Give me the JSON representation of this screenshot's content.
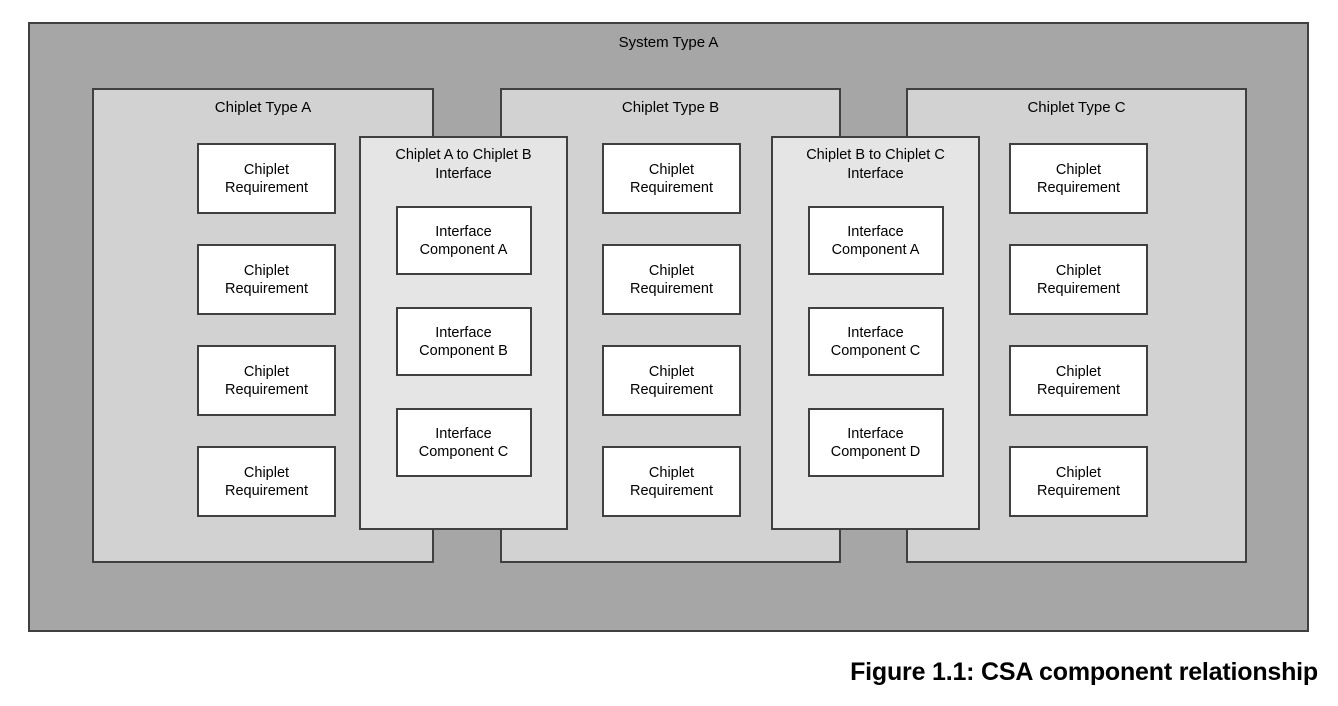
{
  "figure": {
    "caption": "Figure 1.1: CSA component relationship"
  },
  "system": {
    "title": "System Type A",
    "fill_color": "#a6a6a6",
    "border_color": "#404040"
  },
  "colors": {
    "system_fill": "#a6a6a6",
    "chiplet_fill": "#d2d2d2",
    "interface_fill": "#e5e5e5",
    "box_fill": "#ffffff",
    "stroke": "#404040",
    "page_background": "#ffffff"
  },
  "chiplets": [
    {
      "title": "Chiplet Type A",
      "requirements": [
        {
          "label": "Chiplet\nRequirement"
        },
        {
          "label": "Chiplet\nRequirement"
        },
        {
          "label": "Chiplet\nRequirement"
        },
        {
          "label": "Chiplet\nRequirement"
        }
      ]
    },
    {
      "title": "Chiplet Type B",
      "requirements": [
        {
          "label": "Chiplet\nRequirement"
        },
        {
          "label": "Chiplet\nRequirement"
        },
        {
          "label": "Chiplet\nRequirement"
        },
        {
          "label": "Chiplet\nRequirement"
        }
      ]
    },
    {
      "title": "Chiplet Type C",
      "requirements": [
        {
          "label": "Chiplet\nRequirement"
        },
        {
          "label": "Chiplet\nRequirement"
        },
        {
          "label": "Chiplet\nRequirement"
        },
        {
          "label": "Chiplet\nRequirement"
        }
      ]
    }
  ],
  "interfaces": [
    {
      "title": "Chiplet A to Chiplet B\nInterface",
      "components": [
        {
          "label": "Interface\nComponent A"
        },
        {
          "label": "Interface\nComponent B"
        },
        {
          "label": "Interface\nComponent C"
        }
      ]
    },
    {
      "title": "Chiplet B to Chiplet C\nInterface",
      "components": [
        {
          "label": "Interface\nComponent A"
        },
        {
          "label": "Interface\nComponent C"
        },
        {
          "label": "Interface\nComponent D"
        }
      ]
    }
  ]
}
